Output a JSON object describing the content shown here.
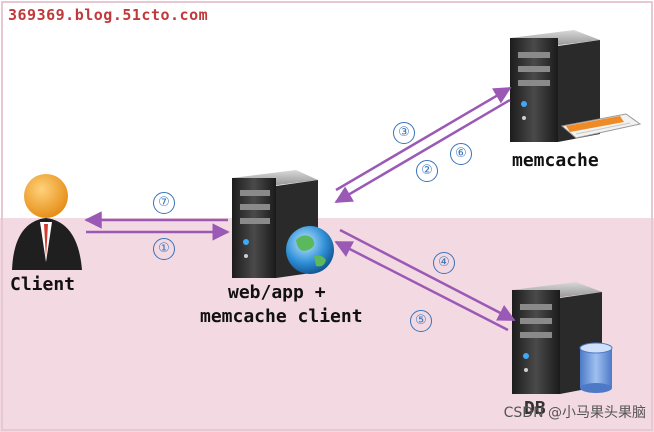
{
  "watermark": "369369.blog.51cto.com",
  "nodes": {
    "client": {
      "label": "Client",
      "icon": "user-icon"
    },
    "web": {
      "label_line1": "web/app +",
      "label_line2": "memcache client",
      "icon": "server-globe-icon"
    },
    "memcache": {
      "label": "memcache",
      "icon": "server-memory-icon"
    },
    "db": {
      "label": "DB",
      "icon": "server-database-icon"
    }
  },
  "steps": {
    "s1": "①",
    "s2": "②",
    "s3": "③",
    "s4": "④",
    "s5": "⑤",
    "s6": "⑥",
    "s7": "⑦"
  },
  "colors": {
    "arrow": "#9b59b6",
    "step_circle": "#3a73b8",
    "background_top": "#ffffff",
    "background_bottom": "#f3d9e2",
    "watermark": "#c0393b"
  },
  "credit": "CSDN @小马果头果脑"
}
